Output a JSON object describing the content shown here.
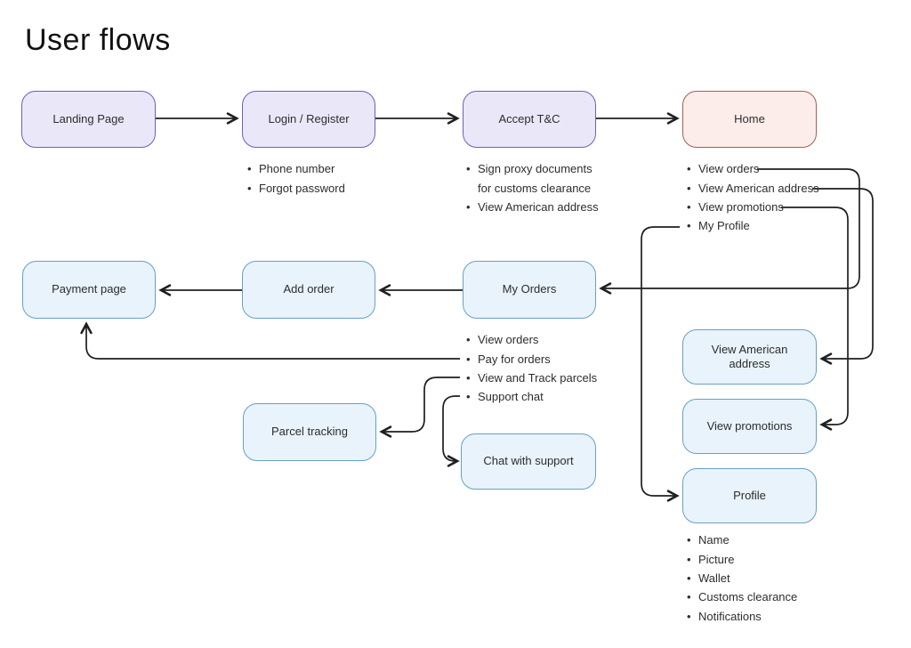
{
  "title": "User flows",
  "nodes": {
    "landing_page": {
      "label": "Landing Page"
    },
    "login_register": {
      "label": "Login / Register"
    },
    "accept_tc": {
      "label": "Accept T&C"
    },
    "home": {
      "label": "Home"
    },
    "payment_page": {
      "label": "Payment page"
    },
    "add_order": {
      "label": "Add order"
    },
    "my_orders": {
      "label": "My Orders"
    },
    "view_american_address": {
      "label": "View American address"
    },
    "view_promotions": {
      "label": "View promotions"
    },
    "profile": {
      "label": "Profile"
    },
    "parcel_tracking": {
      "label": "Parcel tracking"
    },
    "chat_with_support": {
      "label": "Chat with support"
    }
  },
  "bullets": {
    "login_register": [
      "Phone number",
      "Forgot password"
    ],
    "accept_tc": [
      "Sign proxy documents",
      "for customs clearance",
      "View American address"
    ],
    "home": [
      "View orders",
      "View American address",
      "View promotions",
      "My Profile"
    ],
    "my_orders": [
      "View orders",
      "Pay for orders",
      "View and Track parcels",
      "Support chat"
    ],
    "profile": [
      "Name",
      "Picture",
      "Wallet",
      "Customs clearance",
      "Notifications"
    ]
  },
  "colors": {
    "purple_fill": "#eae7f9",
    "purple_border": "#6b5fc0",
    "peach_fill": "#fdedea",
    "peach_border": "#a2604f",
    "blue_fill": "#e9f3fb",
    "blue_border": "#67a0c6",
    "line": "#1f1f1f",
    "text": "#2d2d2d"
  }
}
